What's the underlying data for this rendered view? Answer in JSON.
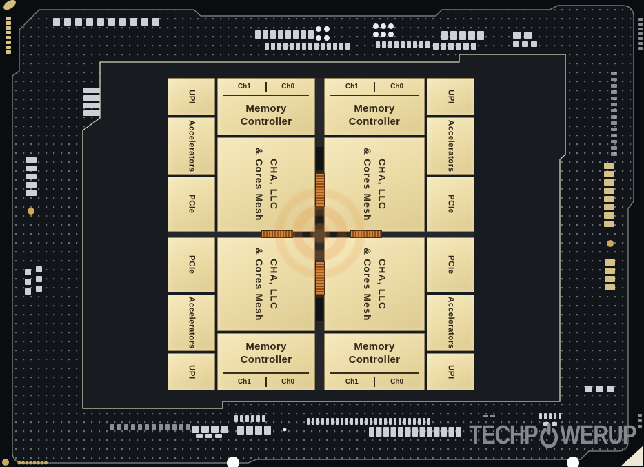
{
  "die": {
    "tiles": [
      {
        "position": "top-left",
        "io_blocks": [
          "UPI",
          "Accelerators",
          "PCIe"
        ],
        "mc": [
          "Memory",
          "Controller"
        ],
        "channels": [
          "Ch1",
          "Ch0"
        ],
        "mesh": [
          "CHA, LLC",
          "& Cores Mesh"
        ]
      },
      {
        "position": "top-right",
        "io_blocks": [
          "UPI",
          "Accelerators",
          "PCIe"
        ],
        "mc": [
          "Memory",
          "Controller"
        ],
        "channels": [
          "Ch1",
          "Ch0"
        ],
        "mesh": [
          "CHA, LLC",
          "& Cores Mesh"
        ]
      },
      {
        "position": "bottom-left",
        "io_blocks": [
          "PCIe",
          "Accelerators",
          "UPI"
        ],
        "mc": [
          "Memory",
          "Controller"
        ],
        "channels": [
          "Ch1",
          "Ch0"
        ],
        "mesh": [
          "CHA, LLC",
          "& Cores Mesh"
        ]
      },
      {
        "position": "bottom-right",
        "io_blocks": [
          "PCIe",
          "Accelerators",
          "UPI"
        ],
        "mc": [
          "Memory",
          "Controller"
        ],
        "channels": [
          "Ch1",
          "Ch0"
        ],
        "mesh": [
          "CHA, LLC",
          "& Cores Mesh"
        ]
      }
    ]
  },
  "watermark": {
    "brand_prefix": "TECHP",
    "brand_suffix": "WERUP",
    "icon": "power-icon"
  },
  "colors": {
    "tile_gold": "#ebdba6",
    "label_ink": "#33281a",
    "emib_orange": "#c87a33",
    "substrate_dark": "#12161a",
    "inner_region": "#181c21",
    "outline_gray": "#74797e",
    "inner_border_cream": "#d8d1bd",
    "watermark_gray": "#8c9094"
  }
}
